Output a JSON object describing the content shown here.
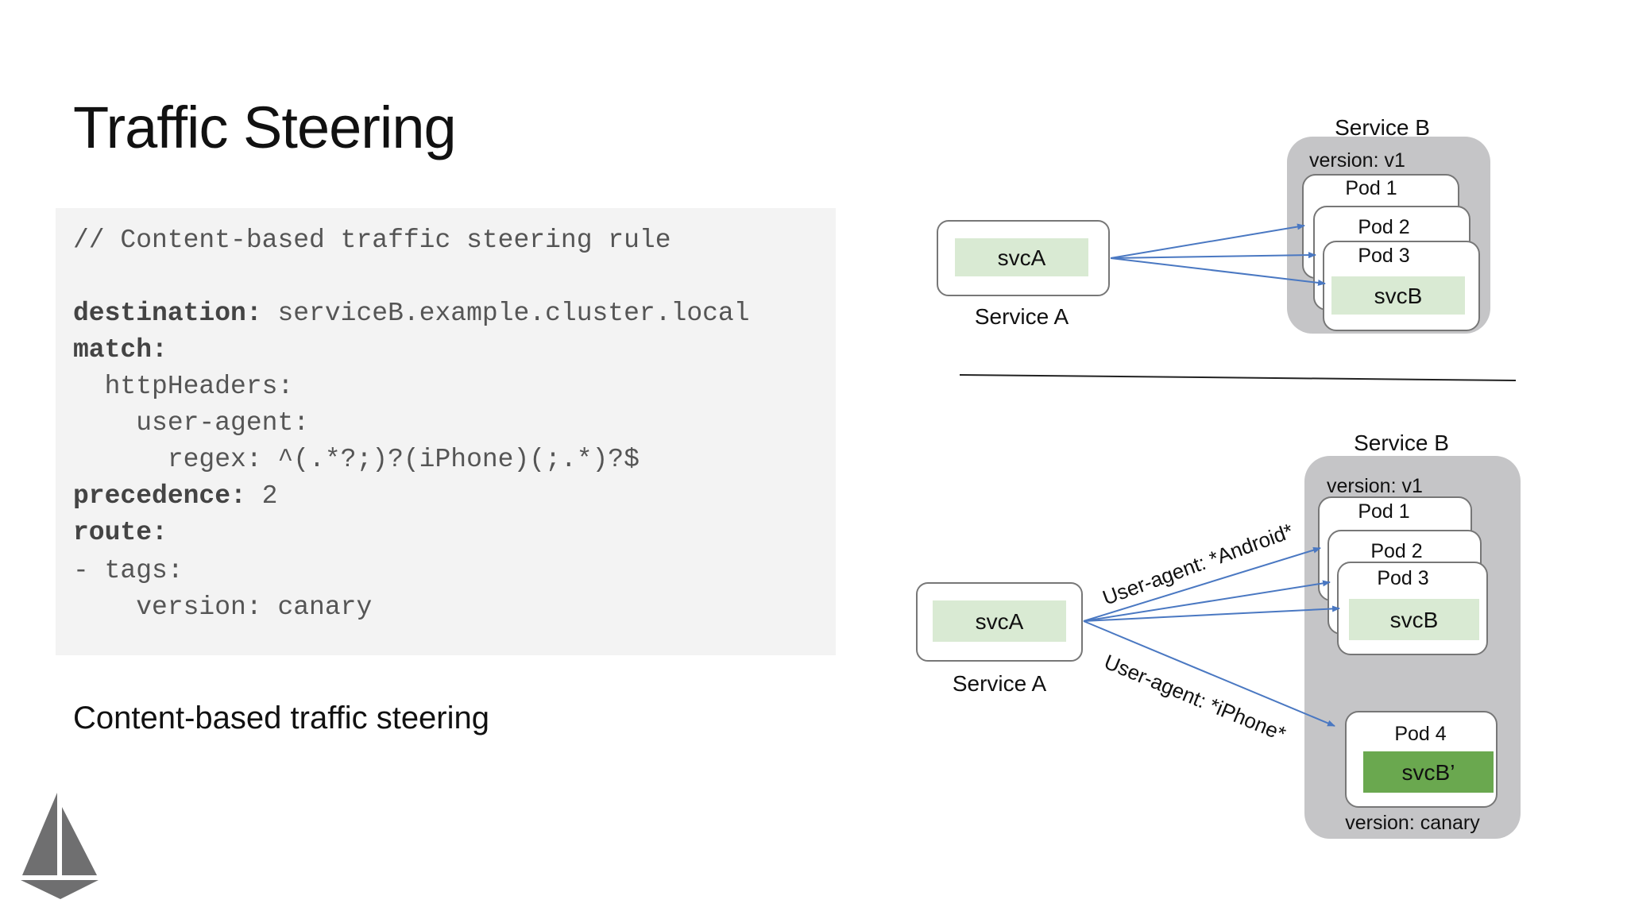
{
  "slide": {
    "title": "Traffic Steering",
    "caption": "Content-based traffic steering"
  },
  "code": {
    "comment": "// Content-based traffic steering rule",
    "destination_key": "destination:",
    "destination_value": " serviceB.example.cluster.local",
    "match_key": "match:",
    "http_headers": "  httpHeaders:",
    "user_agent": "    user-agent:",
    "regex": "      regex: ^(.*?;)?(iPhone)(;.*)?$",
    "precedence_key": "precedence:",
    "precedence_value": " 2",
    "route_key": "route:",
    "tags": "- tags:",
    "version": "    version: canary"
  },
  "top_diagram": {
    "service_a_label": "Service A",
    "svc_a": "svcA",
    "service_b_label": "Service B",
    "version": "version: v1",
    "pod1": "Pod 1",
    "pod2": "Pod 2",
    "pod3": "Pod 3",
    "svc_b": "svcB"
  },
  "bottom_diagram": {
    "service_a_label": "Service A",
    "svc_a": "svcA",
    "service_b_label": "Service B",
    "version_v1": "version: v1",
    "pod1": "Pod 1",
    "pod2": "Pod 2",
    "pod3": "Pod 3",
    "svc_b": "svcB",
    "pod4": "Pod 4",
    "svc_b_prime": "svcB’",
    "version_canary": "version: canary",
    "android_label": "User-agent: *Android*",
    "iphone_label": "User-agent: *iPhone*"
  },
  "colors": {
    "light_green": "#d9ead3",
    "dark_green": "#6aa84f",
    "service_bg": "#c5c5c7",
    "arrow_blue": "#4a78c2"
  },
  "logo": {
    "icon": "sail-logo-icon"
  }
}
